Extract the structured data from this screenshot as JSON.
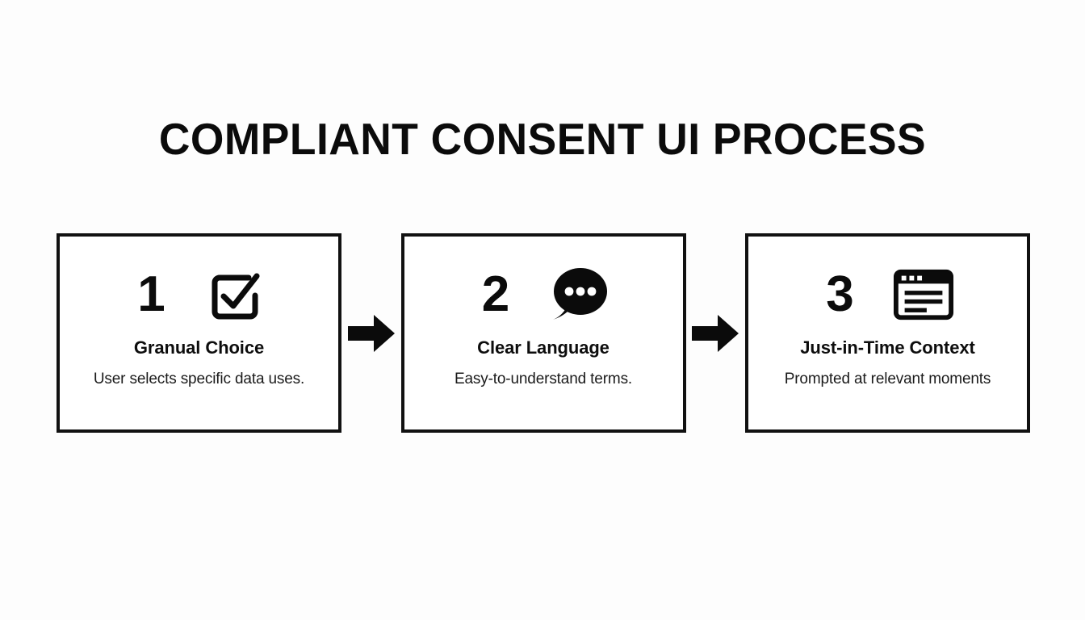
{
  "page": {
    "title": "COMPLIANT CONSENT UI PROCESS",
    "background_color": "#fdfdfd",
    "ink_color": "#111111"
  },
  "steps": [
    {
      "number": "1",
      "icon": "checkbox-checked-icon",
      "heading": "Granual Choice",
      "description": "User selects specific data uses."
    },
    {
      "number": "2",
      "icon": "speech-bubble-icon",
      "heading": "Clear Language",
      "description": "Easy-to-understand terms."
    },
    {
      "number": "3",
      "icon": "browser-window-icon",
      "heading": "Just-in-Time Context",
      "description": "Prompted at relevant moments"
    }
  ],
  "connectors": [
    {
      "icon": "arrow-right-icon"
    },
    {
      "icon": "arrow-right-icon"
    }
  ]
}
